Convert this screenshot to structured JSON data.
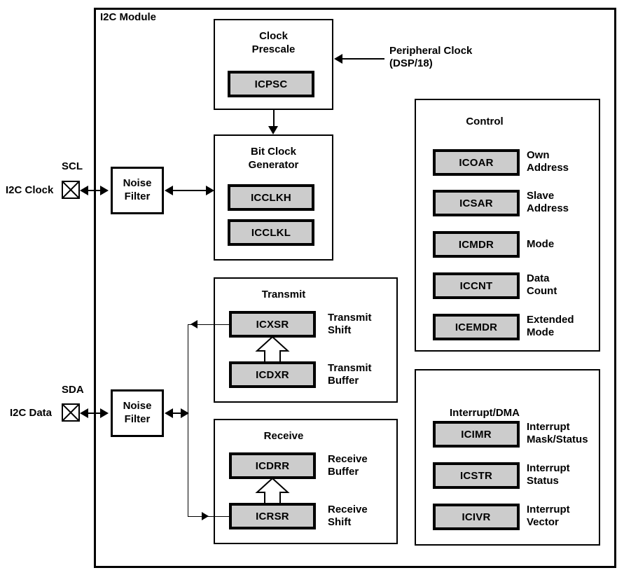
{
  "module": {
    "title": "I2C Module"
  },
  "external": {
    "peripheral_clock": "Peripheral Clock\n(DSP/18)",
    "clock_pin_label": "I2C Clock",
    "clock_pin_name": "SCL",
    "data_pin_label": "I2C Data",
    "data_pin_name": "SDA"
  },
  "filters": {
    "clock_filter": "Noise\nFilter",
    "data_filter": "Noise\nFilter"
  },
  "clock_prescale": {
    "title": "Clock\nPrescale",
    "register": "ICPSC"
  },
  "bit_clock_generator": {
    "title": "Bit Clock\nGenerator",
    "registers": [
      {
        "name": "ICCLKH"
      },
      {
        "name": "ICCLKL"
      }
    ]
  },
  "transmit": {
    "title": "Transmit",
    "rows": [
      {
        "register": "ICXSR",
        "description": "Transmit\nShift"
      },
      {
        "register": "ICDXR",
        "description": "Transmit\nBuffer"
      }
    ]
  },
  "receive": {
    "title": "Receive",
    "rows": [
      {
        "register": "ICDRR",
        "description": "Receive\nBuffer"
      },
      {
        "register": "ICRSR",
        "description": "Receive\nShift"
      }
    ]
  },
  "control": {
    "title": "Control",
    "rows": [
      {
        "register": "ICOAR",
        "description": "Own\nAddress"
      },
      {
        "register": "ICSAR",
        "description": "Slave\nAddress"
      },
      {
        "register": "ICMDR",
        "description": "Mode"
      },
      {
        "register": "ICCNT",
        "description": "Data\nCount"
      },
      {
        "register": "ICEMDR",
        "description": "Extended\nMode"
      }
    ]
  },
  "interrupt_dma": {
    "title": "Interrupt/DMA",
    "rows": [
      {
        "register": "ICIMR",
        "description": "Interrupt\nMask/Status"
      },
      {
        "register": "ICSTR",
        "description": "Interrupt\nStatus"
      },
      {
        "register": "ICIVR",
        "description": "Interrupt\nVector"
      }
    ]
  },
  "colors": {
    "register_fill": "#cccccc",
    "line": "#000000",
    "background": "#ffffff"
  }
}
